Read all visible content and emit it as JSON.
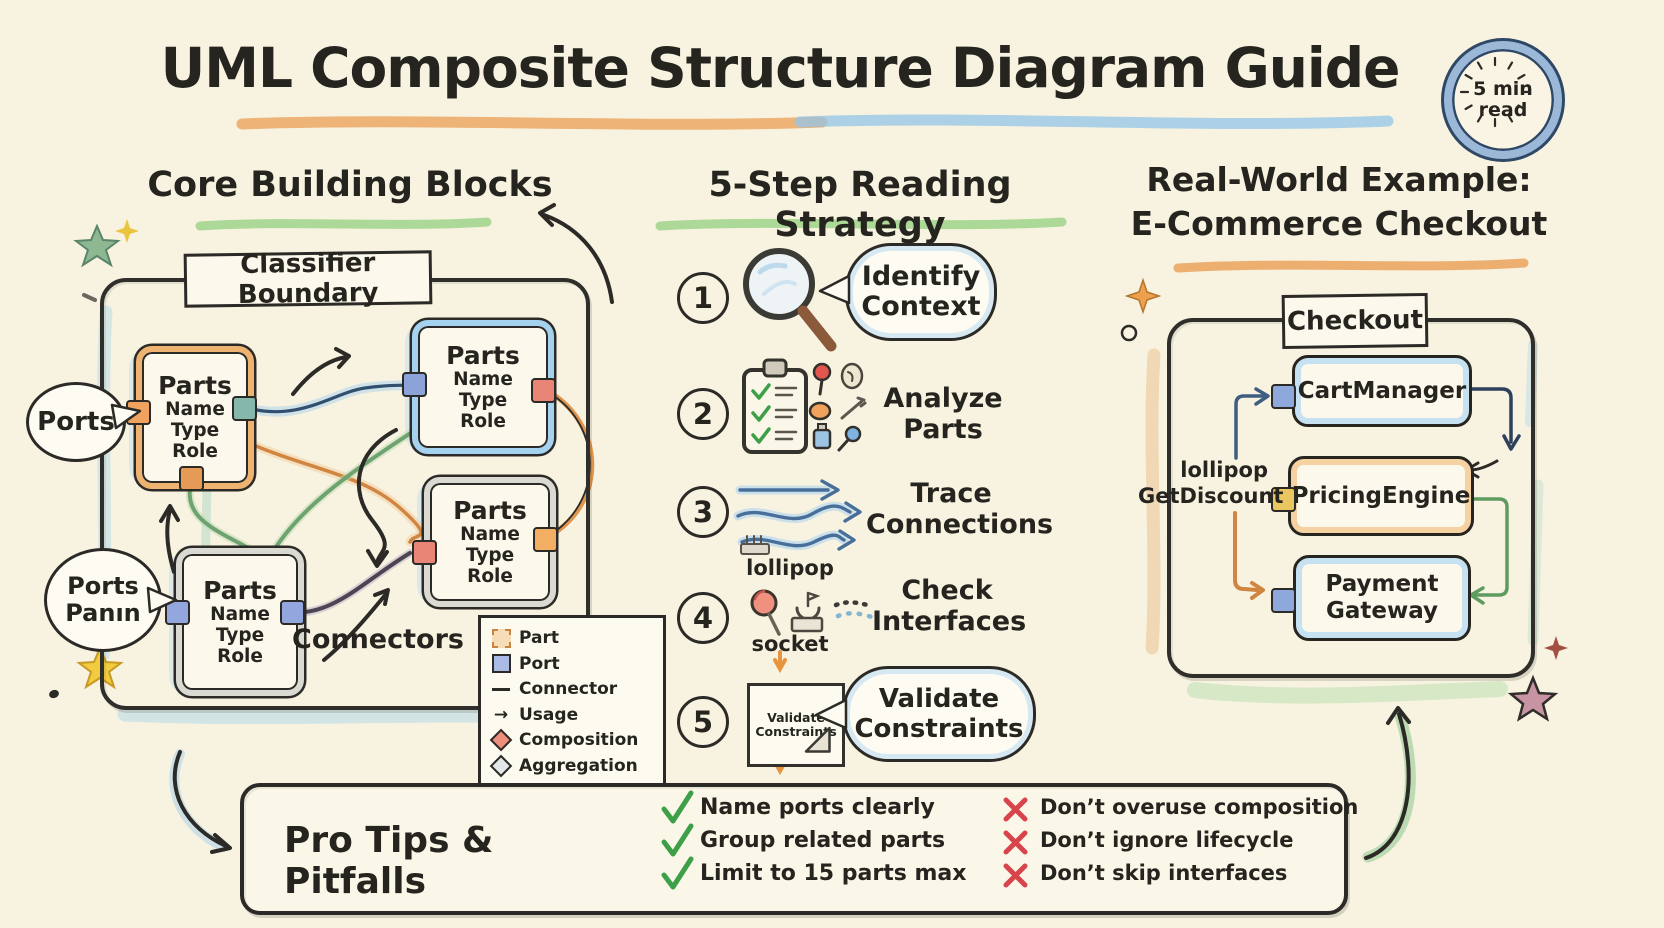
{
  "title": "UML Composite Structure Diagram Guide",
  "badge": {
    "line1": "5 min",
    "line2": "read"
  },
  "core": {
    "heading": "Core Building Blocks",
    "boundary_label": "Classifier Boundary",
    "part": {
      "title": "Parts",
      "name": "Name",
      "type": "Type",
      "role": "Role"
    },
    "ports_bubble": "Ports",
    "ports_bubble2": {
      "line1": "Ports",
      "line2": "Panın"
    },
    "connectors_label": "Connectors",
    "legend": {
      "items": [
        {
          "label": "Part"
        },
        {
          "label": "Port"
        },
        {
          "label": "Connector"
        },
        {
          "label": "Usage"
        },
        {
          "label": "Composition"
        },
        {
          "label": "Aggregation"
        }
      ]
    }
  },
  "steps": {
    "heading": "5-Step Reading Strategy",
    "items": [
      {
        "num": "1",
        "label": "Identify Context"
      },
      {
        "num": "2",
        "label": "Analyze Parts"
      },
      {
        "num": "3",
        "label": "Trace Connections"
      },
      {
        "num": "4",
        "label": "Check Interfaces",
        "above": "lollipop",
        "below": "socket"
      },
      {
        "num": "5",
        "label": "Validate Constraints",
        "note": "Validate Constraints"
      }
    ]
  },
  "example": {
    "heading1": "Real-World Example:",
    "heading2": "E-Commerce Checkout",
    "boundary_label": "Checkout",
    "cart": "CartManager",
    "pricing": "PricingEngine",
    "payment": "Payment Gateway",
    "port_label1": "lollipop",
    "port_label2": "GetDiscount"
  },
  "tips": {
    "heading": "Pro Tips & Pitfalls",
    "dos": [
      "Name ports clearly",
      "Group related parts",
      "Limit to 15 parts max"
    ],
    "donts": [
      "Don’t overuse composition",
      "Don’t ignore lifecycle",
      "Don’t skip interfaces"
    ]
  },
  "colors": {
    "paper": "#f8f3e1",
    "ink": "#26241f",
    "accent_orange": "#e39b55",
    "accent_blue": "#8fc0e4",
    "accent_green": "#98cf8a",
    "check_green": "#3da049",
    "cross_red": "#d8444b"
  }
}
